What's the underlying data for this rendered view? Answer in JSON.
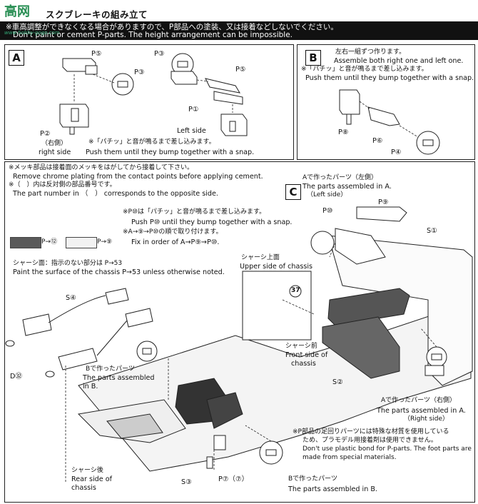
{
  "header": {
    "logo_text": "高网",
    "watermark": "www.hobby-gogo.com",
    "title_jp": "スクブレーキの組み立て",
    "notice_jp": "※車高調整ができなくなる場合がありますので、P部品への塗装、又は接着などしないでください。",
    "notice_en": "Don't paint or cement P-parts. The height arrangement can be impossible."
  },
  "panel_a": {
    "letter": "A",
    "parts": {
      "p5_top": "P⑤",
      "p3_top": "P③",
      "p3_mid": "P③",
      "p5_mid": "P⑤",
      "p1": "P①",
      "p2": "P②"
    },
    "left_side_label": "Left side",
    "right_jp": "（右側）",
    "right_en": "right side",
    "snap_jp": "※「パチッ」と音が鳴るまで差し込みます。",
    "snap_en": "Push them until they bump together with a snap."
  },
  "panel_b": {
    "letter": "B",
    "both_jp": "左右一組ずつ作ります。",
    "both_en": "Assemble both right one and left one.",
    "snap_jp": "※「パチッ」と音が鳴るまで差し込みます。",
    "snap_en": "Push them until they bump together with a snap.",
    "parts": {
      "p8": "P⑧",
      "p6": "P⑥",
      "p4": "P④"
    }
  },
  "panel_c": {
    "notes": [
      "※メッキ部品は接着面のメッキをはがしてから接着して下さい。",
      "Remove chrome plating from the contact points before applying cement.",
      "※（　）内は反対側の部品番号です。",
      "The part number in （　） corresponds to the opposite side."
    ],
    "p10_jp": "※P⑩は「パチッ」と音が鳴るまで差し込みます。",
    "p10_en": "Push P⑩ until they bump together with a snap.",
    "order_jp": "※A→⑨→P⑩の順で取り付けます。",
    "order_en": "Fix in order of A→P⑨→P⑩.",
    "swatch_dark": "P→⑫",
    "swatch_light": "P→⑨",
    "chassis_jp": "シャーシ面：指示のない部分は P→53",
    "chassis_en": "Paint the surface of the chassis P→53 unless otherwise noted.",
    "letter": "C",
    "a_made_left_jp": "Aで作ったパーツ（左側）",
    "a_made_left_en": "The parts assembled in A.",
    "a_made_left_side": "（Left side）",
    "p9": "P⑨",
    "p10": "P⑩",
    "s1": "S①",
    "upper_jp": "シャーシ上面",
    "upper_en": "Upper side of chassis",
    "n37": "37",
    "s4": "S④",
    "front_jp": "シャーシ前",
    "front_en1": "Front side of",
    "front_en2": "chassis",
    "s2": "S②",
    "d32": "D㉜",
    "b_made_jp": "Bで作ったパーツ",
    "b_made_en1": "The parts assembled",
    "b_made_en2": "in B.",
    "a_made_right_jp": "Aで作ったパーツ（右側）",
    "a_made_right_en": "The parts assembled in A.",
    "a_made_right_side": "（Right side）",
    "rear_jp": "シャーシ後",
    "rear_en1": "Rear side of",
    "rear_en2": "chassis",
    "s3": "S③",
    "p7": "P⑦（⑦）",
    "pfoot_jp1": "※P部品の足回りパーツには特殊な材質を使用している",
    "pfoot_jp2": "ため、プラモデル用接着剤は使用できません。",
    "pfoot_en1": "Don't use plastic bond for P-parts. The foot parts are",
    "pfoot_en2": "made from special materials.",
    "b_made2_jp": "Bで作ったパーツ",
    "b_made2_en": "The parts assembled in B."
  },
  "colors": {
    "swatch_dark": "#5a5a5a",
    "swatch_light": "#f2f2f2",
    "bar": "#111111"
  }
}
